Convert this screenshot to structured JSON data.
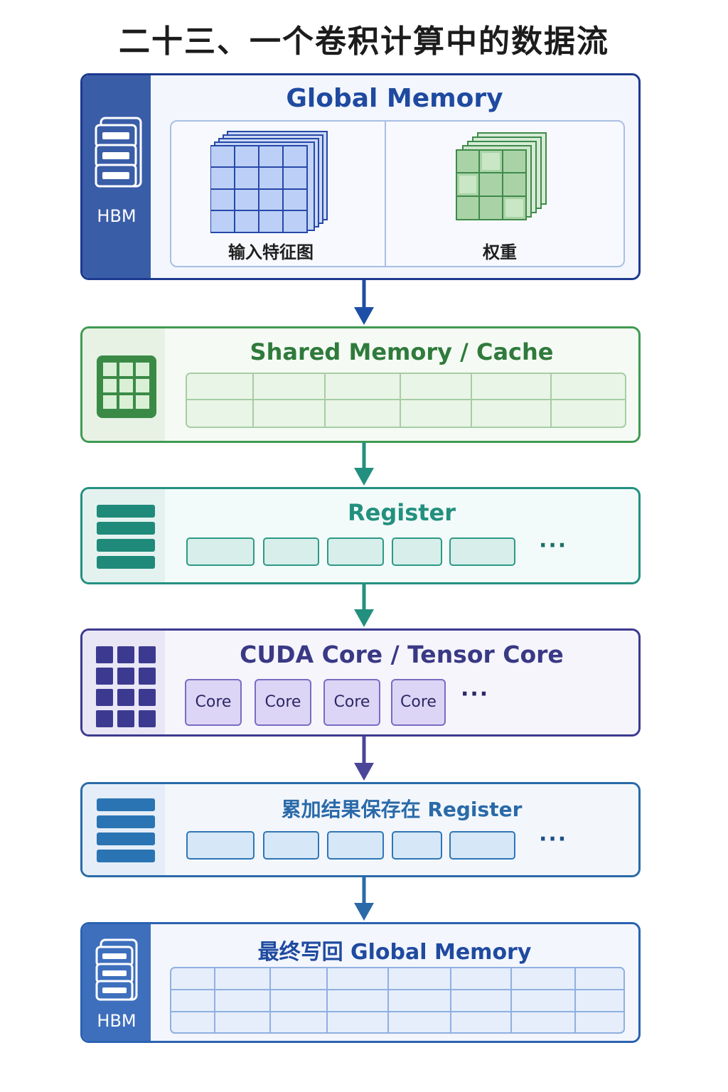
{
  "title": "二十三、一个卷积计算中的数据流",
  "global_memory": {
    "heading": "Global Memory",
    "side_label": "HBM",
    "input_label": "输入特征图",
    "weight_label": "权重"
  },
  "shared_memory": {
    "heading": "Shared Memory / Cache"
  },
  "register": {
    "heading": "Register",
    "ellipsis": "···"
  },
  "cuda": {
    "heading": "CUDA Core /  Tensor Core",
    "cores": [
      "Core",
      "Core",
      "Core",
      "Core"
    ],
    "ellipsis": "···"
  },
  "accumulate": {
    "heading": "累加结果保存在 Register",
    "ellipsis": "···"
  },
  "writeback": {
    "heading": "最终写回 Global Memory",
    "side_label": "HBM"
  },
  "colors": {
    "global": "#1d3a8f",
    "shared": "#3f9a52",
    "register": "#23907f",
    "cuda": "#3d3a8f",
    "accumulate": "#2a6aa8",
    "writeback": "#2a62b0"
  },
  "icons": {
    "global_side": "server-stack-icon",
    "shared_side": "grid-icon",
    "register_side": "register-stack-icon",
    "cuda_side": "core-grid-icon",
    "accumulate_side": "register-stack-icon",
    "writeback_side": "server-stack-icon"
  }
}
